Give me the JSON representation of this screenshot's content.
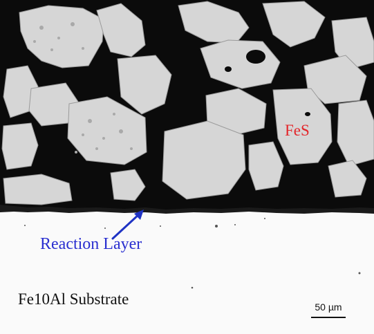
{
  "image": {
    "kind": "optical micrograph cross-section",
    "colors": {
      "grain_fill": "#d6d6d6",
      "matrix": "#0b0b0b",
      "substrate": "#fafafa",
      "fes_label": "#e3262b",
      "reaction_label": "#2a2fd0",
      "arrow": "#1f33c4"
    }
  },
  "labels": {
    "phase": "FeS",
    "reaction_layer": "Reaction Layer",
    "substrate": "Fe10Al Substrate"
  },
  "scale_bar": {
    "text": "50 µm"
  }
}
